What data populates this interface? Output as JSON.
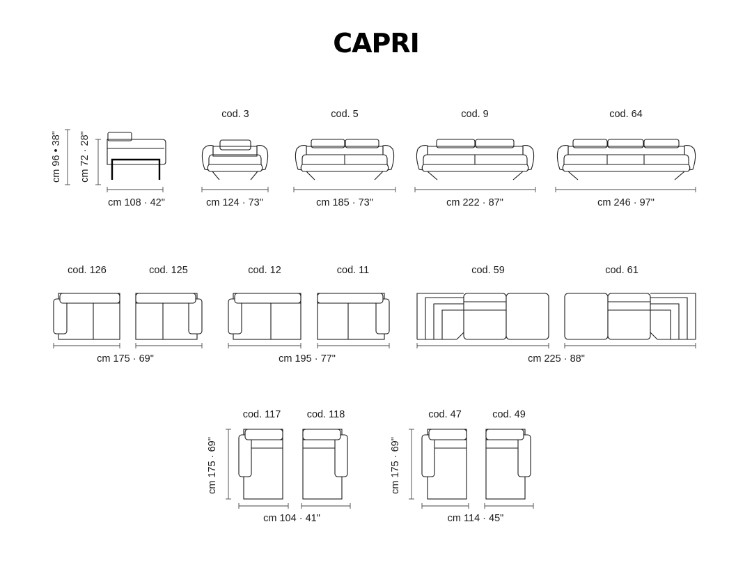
{
  "title": "CAPRI",
  "row1": {
    "side_view": {
      "height_outer": "cm 96 • 38\"",
      "height_seat": "cm 72 · 28\"",
      "depth": "cm 108 · 42\""
    },
    "items": [
      {
        "code": "cod. 3",
        "width": "cm 124 · 73\""
      },
      {
        "code": "cod. 5",
        "width": "cm 185 · 73\""
      },
      {
        "code": "cod. 9",
        "width": "cm 222 · 87\""
      },
      {
        "code": "cod. 64",
        "width": "cm 246 · 97\""
      }
    ]
  },
  "row2": {
    "groups": [
      {
        "codes": [
          "cod. 126",
          "cod. 125"
        ],
        "width": "cm 175 · 69\""
      },
      {
        "codes": [
          "cod. 12",
          "cod. 11"
        ],
        "width": "cm 195 · 77\""
      },
      {
        "codes": [
          "cod. 59",
          "cod. 61"
        ],
        "width": "cm 225 · 88\""
      }
    ]
  },
  "row3": {
    "groups": [
      {
        "codes": [
          "cod. 117",
          "cod. 118"
        ],
        "length": "cm 175 · 69\"",
        "width": "cm 104 · 41\""
      },
      {
        "codes": [
          "cod. 47",
          "cod. 49"
        ],
        "length": "cm 175 · 69\"",
        "width": "cm 114 · 45\""
      }
    ]
  }
}
